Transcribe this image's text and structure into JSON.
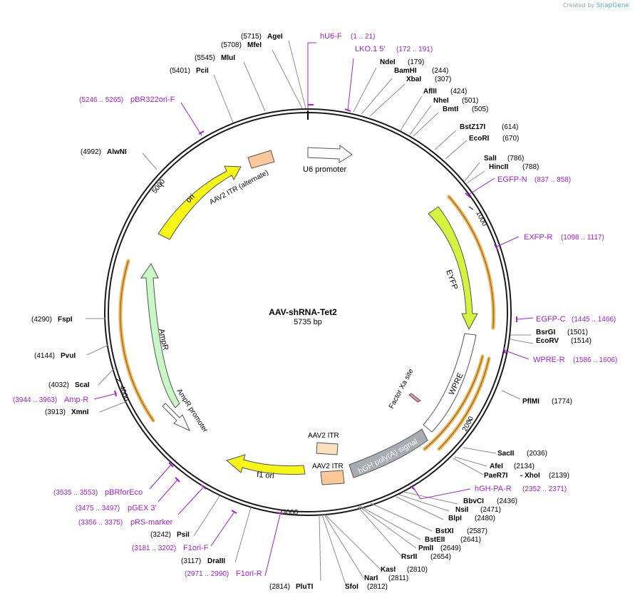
{
  "brand": {
    "prefix": "Created by",
    "name": "SnapGene"
  },
  "plasmid": {
    "name": "AAV-shRNA-Tet2",
    "size_label": "5735 bp",
    "length": 5735
  },
  "ticks": [
    "1000",
    "2000",
    "3000",
    "4000",
    "5000"
  ],
  "features": [
    {
      "label": "U6 promoter",
      "color": "#ffffff"
    },
    {
      "label": "EYFP",
      "color": "#d4f23e"
    },
    {
      "label": "WPRE",
      "color": "#ffffff"
    },
    {
      "label": "Factor Xa site",
      "color": "#c9a0b0"
    },
    {
      "label": "hGH poly(A) signal",
      "color": "#a8adb3"
    },
    {
      "label": "AAV2 ITR",
      "color": "#fbe0c0"
    },
    {
      "label": "AAV2 ITR",
      "color": "#fcc89a"
    },
    {
      "label": "f1 ori",
      "color": "#f7f515"
    },
    {
      "label": "AmpR promoter",
      "color": "#ffffff"
    },
    {
      "label": "AmpR",
      "color": "#c9f7c5"
    },
    {
      "label": "ori",
      "color": "#f7f515"
    },
    {
      "label": "AAV2 ITR (alternate)",
      "color": "#fcc89a"
    }
  ],
  "sites": [
    {
      "name": "AgeI",
      "pos": "(5715)"
    },
    {
      "name": "MfeI",
      "pos": "(5708)"
    },
    {
      "name": "MluI",
      "pos": "(5545)"
    },
    {
      "name": "PciI",
      "pos": "(5401)"
    },
    {
      "name": "AlwNI",
      "pos": "(4992)"
    },
    {
      "name": "NdeI",
      "pos": "(179)"
    },
    {
      "name": "BamHI",
      "pos": "(244)"
    },
    {
      "name": "XbaI",
      "pos": "(307)"
    },
    {
      "name": "AflII",
      "pos": "(424)"
    },
    {
      "name": "NheI",
      "pos": "(501)"
    },
    {
      "name": "BmtI",
      "pos": "(505)"
    },
    {
      "name": "BstZ17I",
      "pos": "(614)"
    },
    {
      "name": "EcoRI",
      "pos": "(670)"
    },
    {
      "name": "SalI",
      "pos": "(786)"
    },
    {
      "name": "HincII",
      "pos": "(788)"
    },
    {
      "name": "BsrGI",
      "pos": "(1501)"
    },
    {
      "name": "EcoRV",
      "pos": "(1514)"
    },
    {
      "name": "PflMI",
      "pos": "(1774)"
    },
    {
      "name": "SacII",
      "pos": "(2036)"
    },
    {
      "name": "AfeI",
      "pos": "(2134)"
    },
    {
      "name": "PaeR7I",
      "pos": ""
    },
    {
      "name": "- XhoI",
      "pos": "(2139)"
    },
    {
      "name": "BbvCI",
      "pos": "(2436)"
    },
    {
      "name": "NsiI",
      "pos": "(2471)"
    },
    {
      "name": "BlpI",
      "pos": "(2480)"
    },
    {
      "name": "BstXI",
      "pos": "(2587)"
    },
    {
      "name": "BstEII",
      "pos": "(2641)"
    },
    {
      "name": "PmlI",
      "pos": "(2649)"
    },
    {
      "name": "RsrII",
      "pos": "(2654)"
    },
    {
      "name": "KasI",
      "pos": "(2810)"
    },
    {
      "name": "NarI",
      "pos": "(2811)"
    },
    {
      "name": "SfoI",
      "pos": "(2812)"
    },
    {
      "name": "PluTI",
      "pos": "(2814)"
    },
    {
      "name": "DraIII",
      "pos": "(3117)"
    },
    {
      "name": "PsiI",
      "pos": "(3242)"
    },
    {
      "name": "XmnI",
      "pos": "(3913)"
    },
    {
      "name": "ScaI",
      "pos": "(4032)"
    },
    {
      "name": "PvuI",
      "pos": "(4144)"
    },
    {
      "name": "FspI",
      "pos": "(4290)"
    }
  ],
  "primers": [
    {
      "name": "hU6-F",
      "range": "(1 .. 21)"
    },
    {
      "name": "LKO.1 5'",
      "range": "(172 .. 191)"
    },
    {
      "name": "EGFP-N",
      "range": "(837 .. 858)"
    },
    {
      "name": "EXFP-R",
      "range": "(1098 .. 1117)"
    },
    {
      "name": "EGFP-C",
      "range": "(1445 .. 1466)"
    },
    {
      "name": "WPRE-R",
      "range": "(1586 .. 1606)"
    },
    {
      "name": "hGH-PA-R",
      "range": "(2352 .. 2371)"
    },
    {
      "name": "F1ori-R",
      "range": "(2971 .. 2990)"
    },
    {
      "name": "F1ori-F",
      "range": "(3181 .. 3202)"
    },
    {
      "name": "pRS-marker",
      "range": "(3356 .. 3375)"
    },
    {
      "name": "pGEX 3'",
      "range": "(3475 .. 3497)"
    },
    {
      "name": "pBRforEco",
      "range": "(3535 .. 3553)"
    },
    {
      "name": "Amp-R",
      "range": "(3944 .. 3963)"
    },
    {
      "name": "pBR322ori-F",
      "range": "(5246 .. 5265)"
    }
  ],
  "colors": {
    "backbone": "#1a1a1a",
    "primer": "#a020d0",
    "site": "#000000",
    "orf_highlight": "#f5b24a"
  }
}
